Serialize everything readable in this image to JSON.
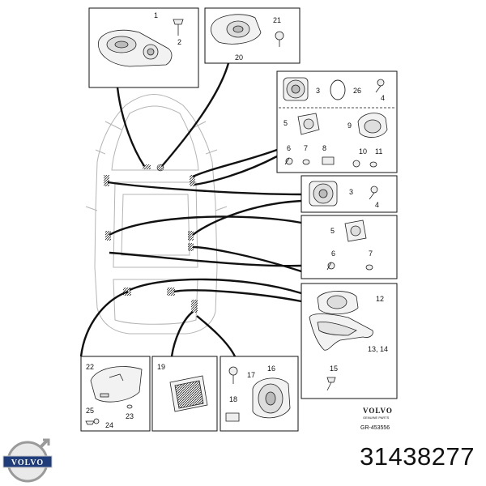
{
  "brand": {
    "logo_text": "VOLVO",
    "small_logo_text": "VOLVO",
    "small_logo_subtext": "GENUINE PARTS"
  },
  "drawing_ref": "GR-453556",
  "part_number": "31438277",
  "callouts": {
    "c1": "1",
    "c2": "2",
    "c3a": "3",
    "c26": "26",
    "c4a": "4",
    "c5a": "5",
    "c9": "9",
    "c6a": "6",
    "c7a": "7",
    "c8": "8",
    "c10": "10",
    "c11": "11",
    "c3b": "3",
    "c4b": "4",
    "c5b": "5",
    "c6b": "6",
    "c7b": "7",
    "c12": "12",
    "c1314": "13, 14",
    "c15": "15",
    "c20": "20",
    "c21": "21",
    "c22": "22",
    "c23": "23",
    "c24": "24",
    "c25": "25",
    "c19": "19",
    "c16": "16",
    "c17": "17",
    "c18": "18"
  },
  "colors": {
    "line": "#111111",
    "part_fill": "#f2f2f2",
    "car_outline": "#b5b5b5"
  }
}
